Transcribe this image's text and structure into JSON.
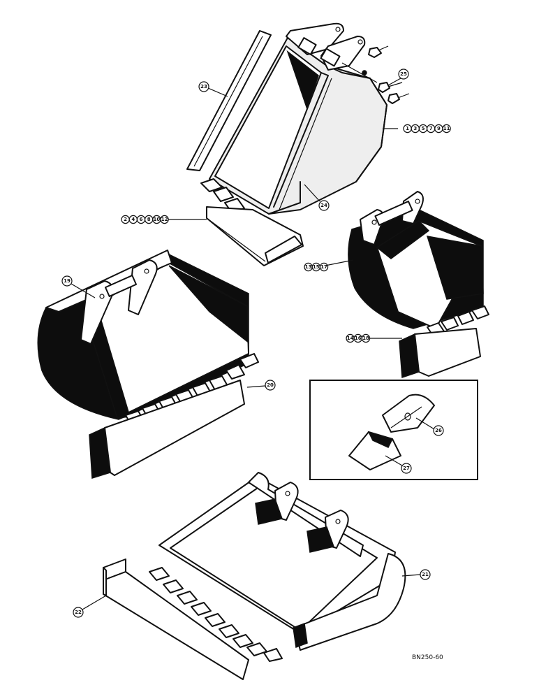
{
  "figure": {
    "reference_code": "BN250-60",
    "callouts": {
      "c23": "23",
      "c25": "25",
      "c24": "24",
      "c19": "19",
      "c20": "20",
      "c26": "26",
      "c27": "27",
      "c21": "21",
      "c22": "22"
    },
    "groups": {
      "g_top_right": [
        "1",
        "3",
        "5",
        "7",
        "9",
        "11"
      ],
      "g_top_left": [
        "2",
        "4",
        "6",
        "8",
        "10",
        "12"
      ],
      "g_mid_right": [
        "13",
        "15",
        "17"
      ],
      "g_mid_right_teeth": [
        "14",
        "16",
        "18"
      ]
    }
  },
  "colors": {
    "line": "#111111",
    "fill_dark": "#0d0d0d",
    "background": "#ffffff"
  }
}
